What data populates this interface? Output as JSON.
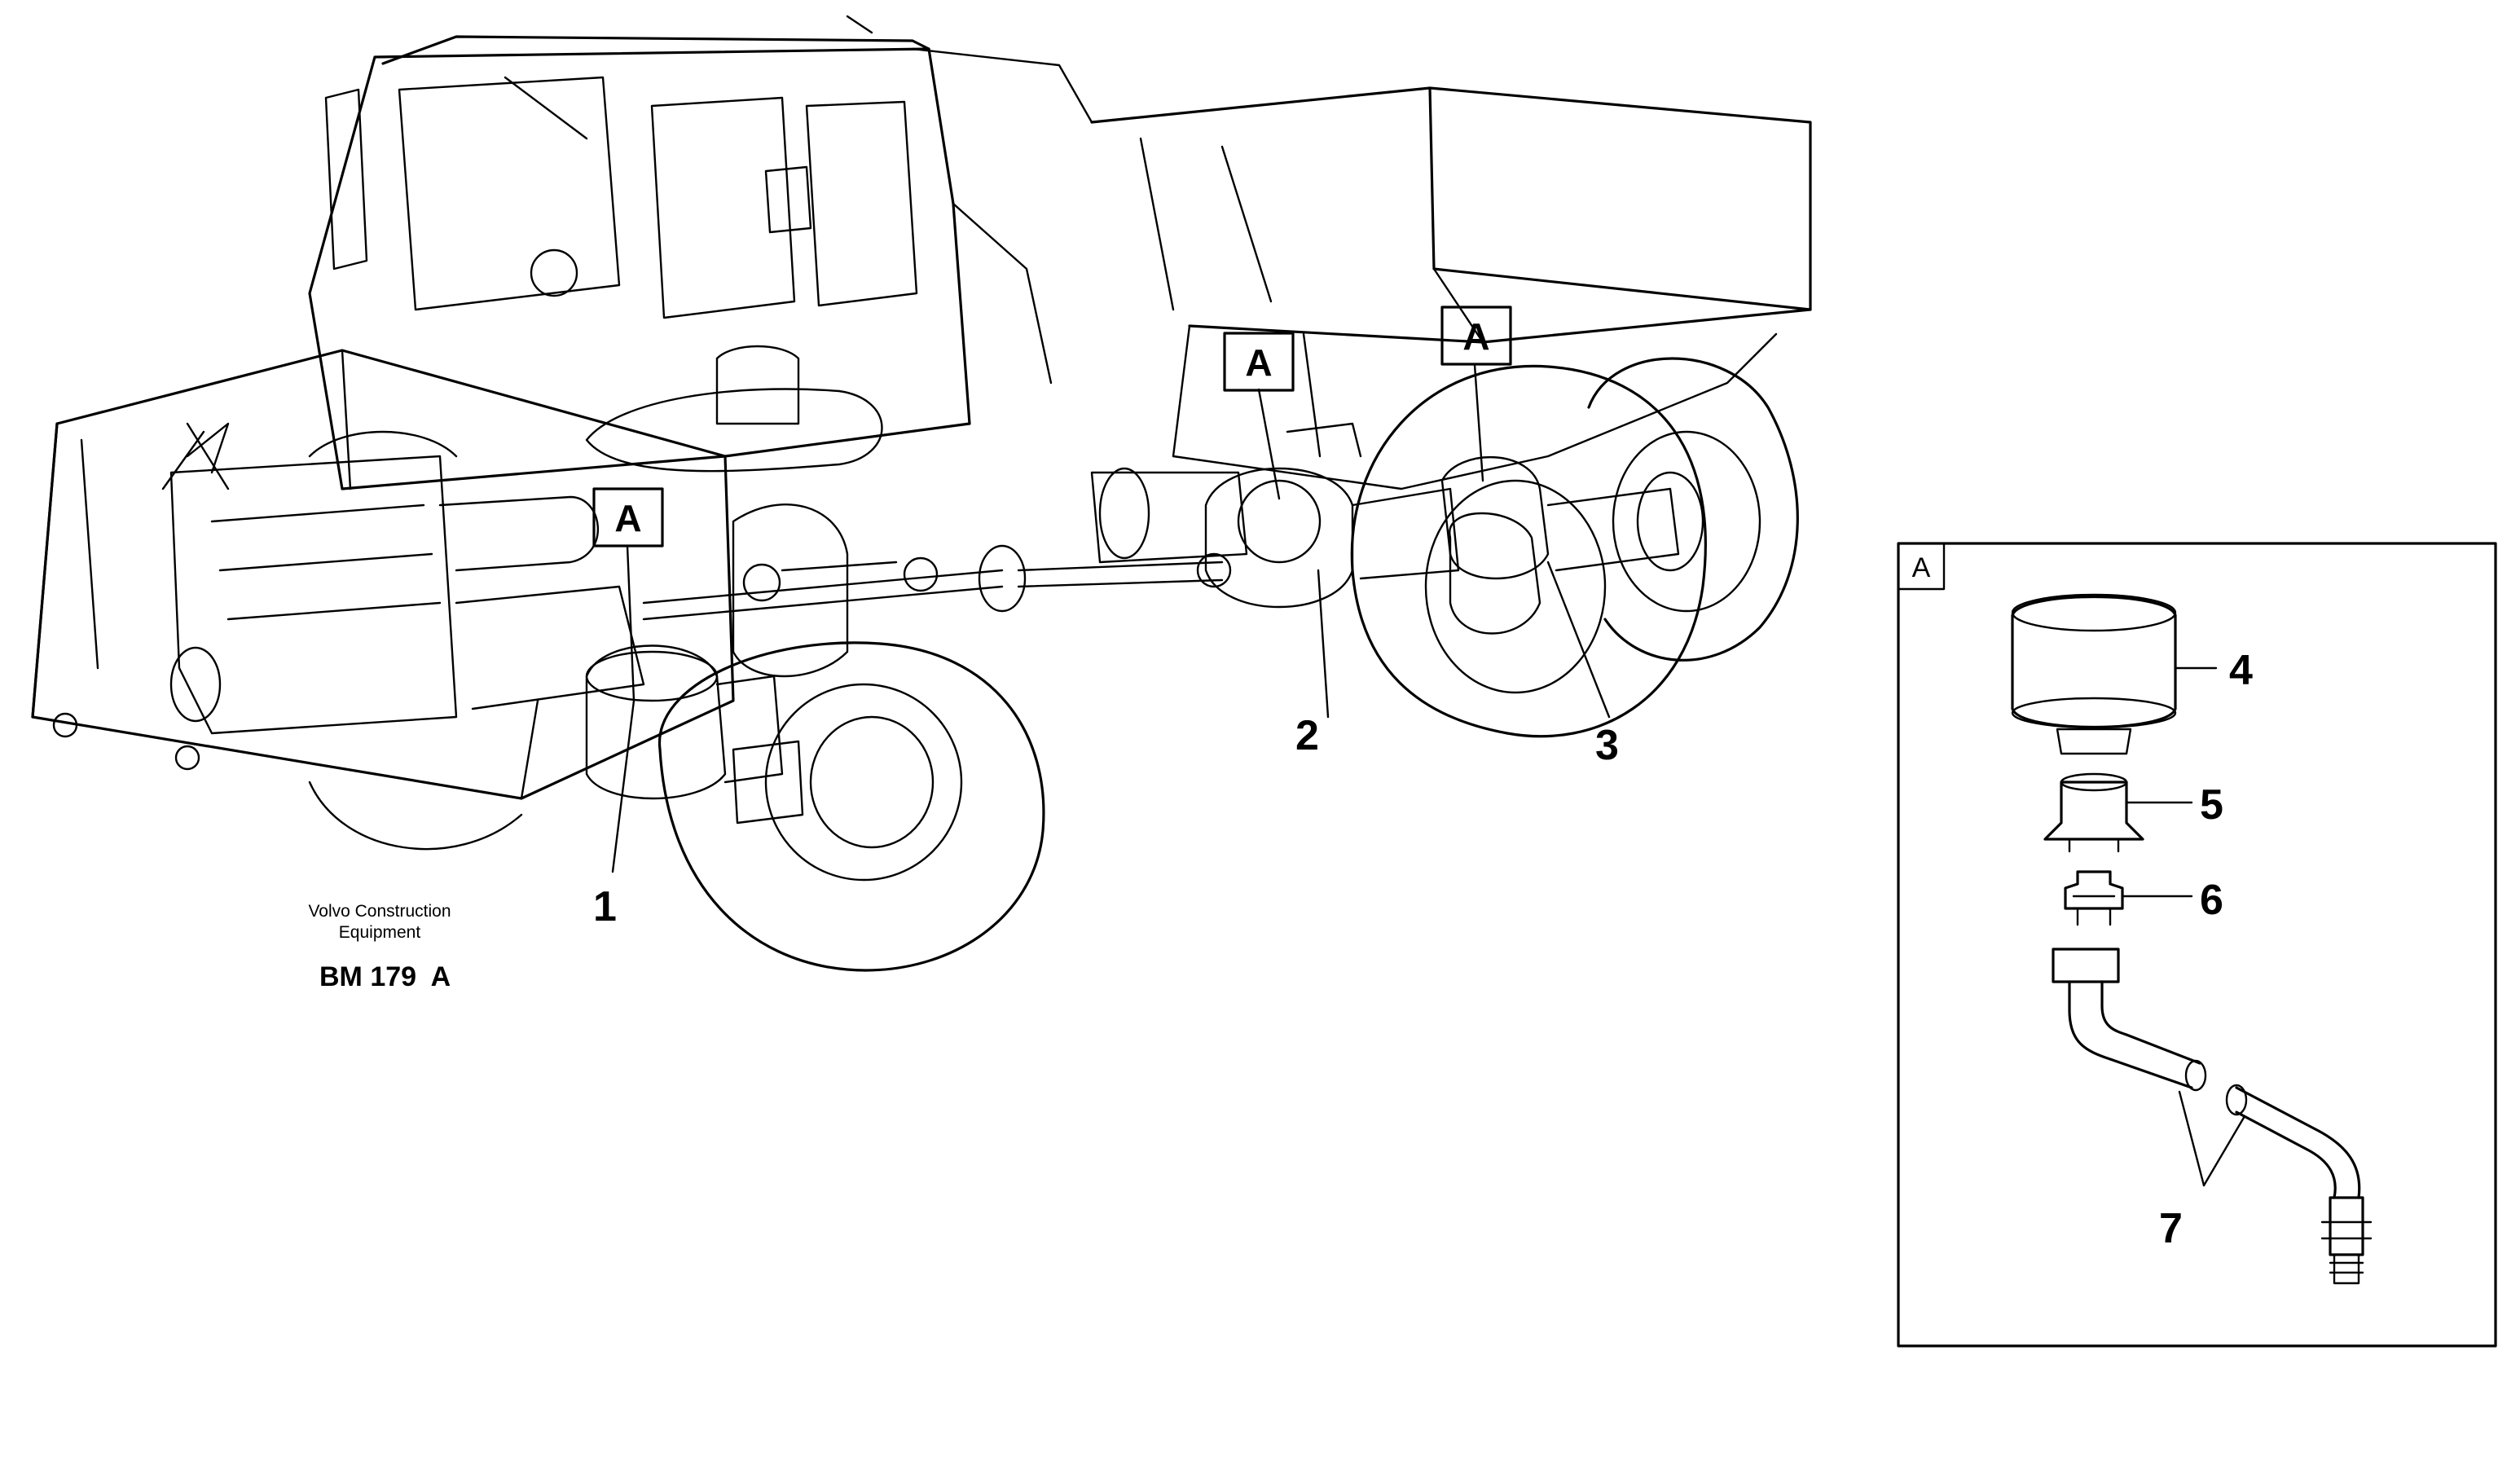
{
  "callout_tags": {
    "engine": "A",
    "axle_front_bogie": "A",
    "axle_rear_bogie": "A"
  },
  "callout_numbers": {
    "n1": "1",
    "n2": "2",
    "n3": "3",
    "n4": "4",
    "n5": "5",
    "n6": "6",
    "n7": "7"
  },
  "detail_panel": {
    "corner_label": "A"
  },
  "credit": {
    "line1": "Volvo Construction",
    "line2": "Equipment",
    "reference": "BM 179  A"
  }
}
